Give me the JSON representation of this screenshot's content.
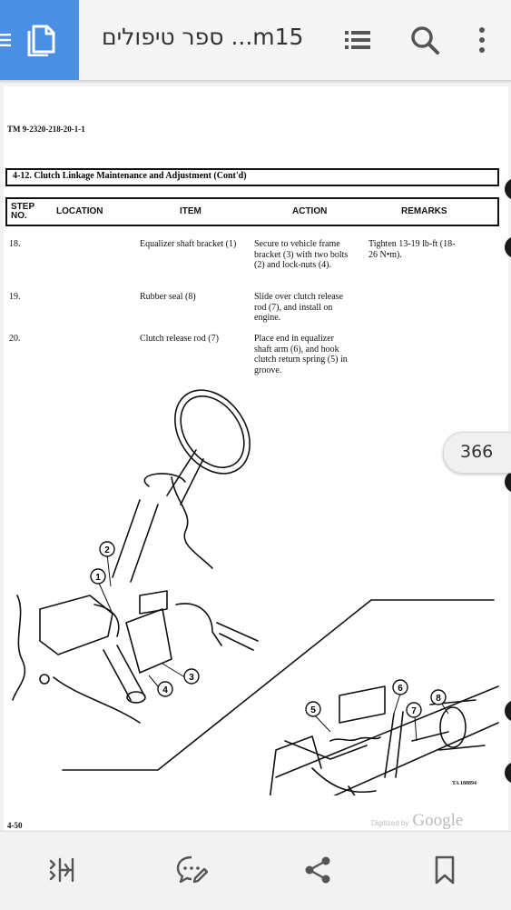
{
  "app_bar": {
    "title": "m15... ספר טיפולים",
    "icons": [
      "menu-icon",
      "document-icon",
      "list-icon",
      "search-icon",
      "more-vert-icon"
    ],
    "accent": "#4a8fe2"
  },
  "page": {
    "tm_number": "TM 9-2320-218-20-1-1",
    "section_title": "4-12.  Clutch Linkage Maintenance and Adjustment (Cont'd)",
    "table": {
      "headers": {
        "step_no": "STEP NO.",
        "location": "LOCATION",
        "item": "ITEM",
        "action": "ACTION",
        "remarks": "REMARKS"
      },
      "rows": [
        {
          "step": "18.",
          "location": "",
          "item": "Equalizer shaft bracket (1)",
          "action": "Secure to vehicle frame bracket (3) with two bolts (2) and lock-nuts (4).",
          "remarks": "Tighten 13-19 lb-ft (18-26 N•m)."
        },
        {
          "step": "19.",
          "location": "",
          "item": "Rubber seal (8)",
          "action": "Slide over clutch release rod (7), and install on engine.",
          "remarks": ""
        },
        {
          "step": "20.",
          "location": "",
          "item": "Clutch release rod (7)",
          "action": "Place end in equalizer shaft arm (6), and hook clutch return spring (5) in groove.",
          "remarks": ""
        }
      ]
    },
    "figure": {
      "callouts": [
        "1",
        "2",
        "3",
        "4",
        "5",
        "6",
        "7",
        "8"
      ],
      "ta_number": "TA 188894"
    },
    "page_number": "4-50",
    "digitized_by": "Digitized by",
    "google_mark": "Google"
  },
  "page_badge": {
    "value": "366"
  },
  "bottom_bar": {
    "icons": [
      "text-reflow-icon",
      "comment-edit-icon",
      "share-icon",
      "bookmark-icon"
    ]
  }
}
